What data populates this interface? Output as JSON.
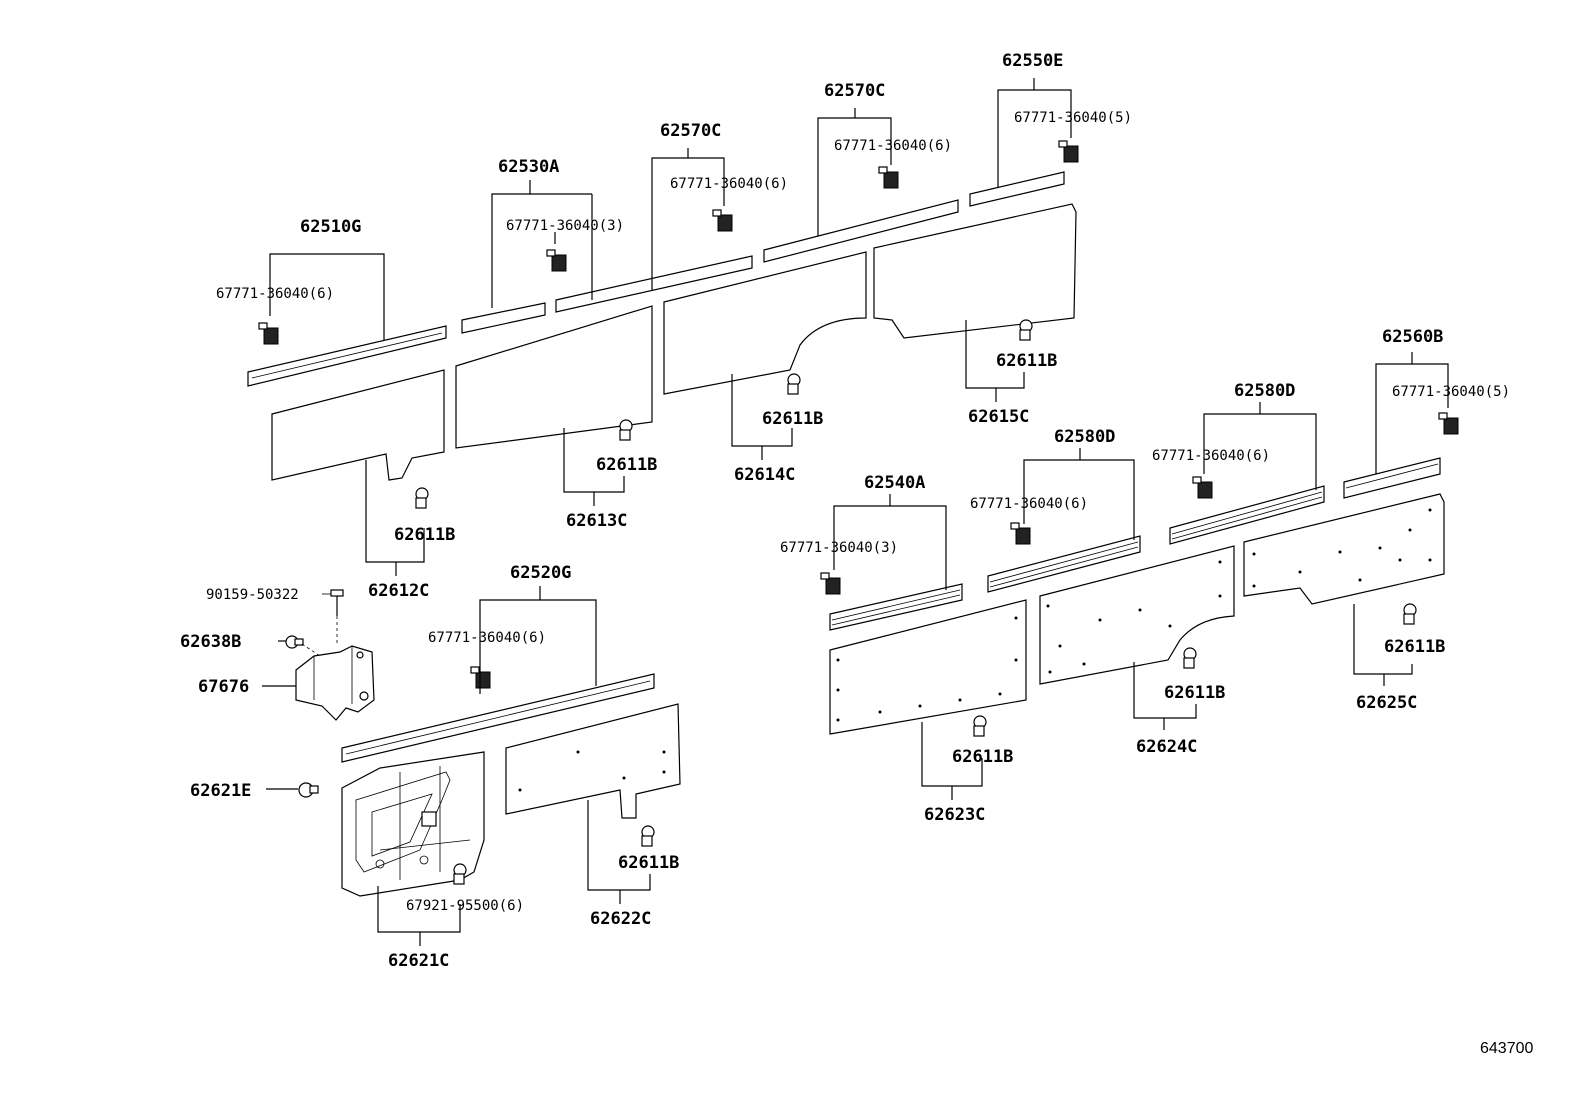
{
  "labels": {
    "p62510G": "62510G",
    "p62530A": "62530A",
    "p62570C_1": "62570C",
    "p62570C_2": "62570C",
    "p62550E": "62550E",
    "c1": "67771-36040(6)",
    "c2": "67771-36040(3)",
    "c3": "67771-36040(6)",
    "c4": "67771-36040(6)",
    "c5": "67771-36040(5)",
    "b1": "62611B",
    "b2": "62611B",
    "b3": "62611B",
    "b4": "62611B",
    "p62612C": "62612C",
    "p62613C": "62613C",
    "p62614C": "62614C",
    "p62615C": "62615C",
    "p90159": "90159-50322",
    "p62638B": "62638B",
    "p67676": "67676",
    "p62520G": "62520G",
    "c6": "67771-36040(6)",
    "p62621E": "62621E",
    "p67921": "67921-95500(6)",
    "p62621C": "62621C",
    "b5": "62611B",
    "p62622C": "62622C",
    "p62540A": "62540A",
    "c7": "67771-36040(3)",
    "p62580D_1": "62580D",
    "c8": "67771-36040(6)",
    "p62580D_2": "62580D",
    "c9": "67771-36040(6)",
    "p62560B": "62560B",
    "c10": "67771-36040(5)",
    "b6": "62611B",
    "b7": "62611B",
    "b8": "62611B",
    "p62623C": "62623C",
    "p62624C": "62624C",
    "p62625C": "62625C",
    "diagram_ref": "643700"
  }
}
